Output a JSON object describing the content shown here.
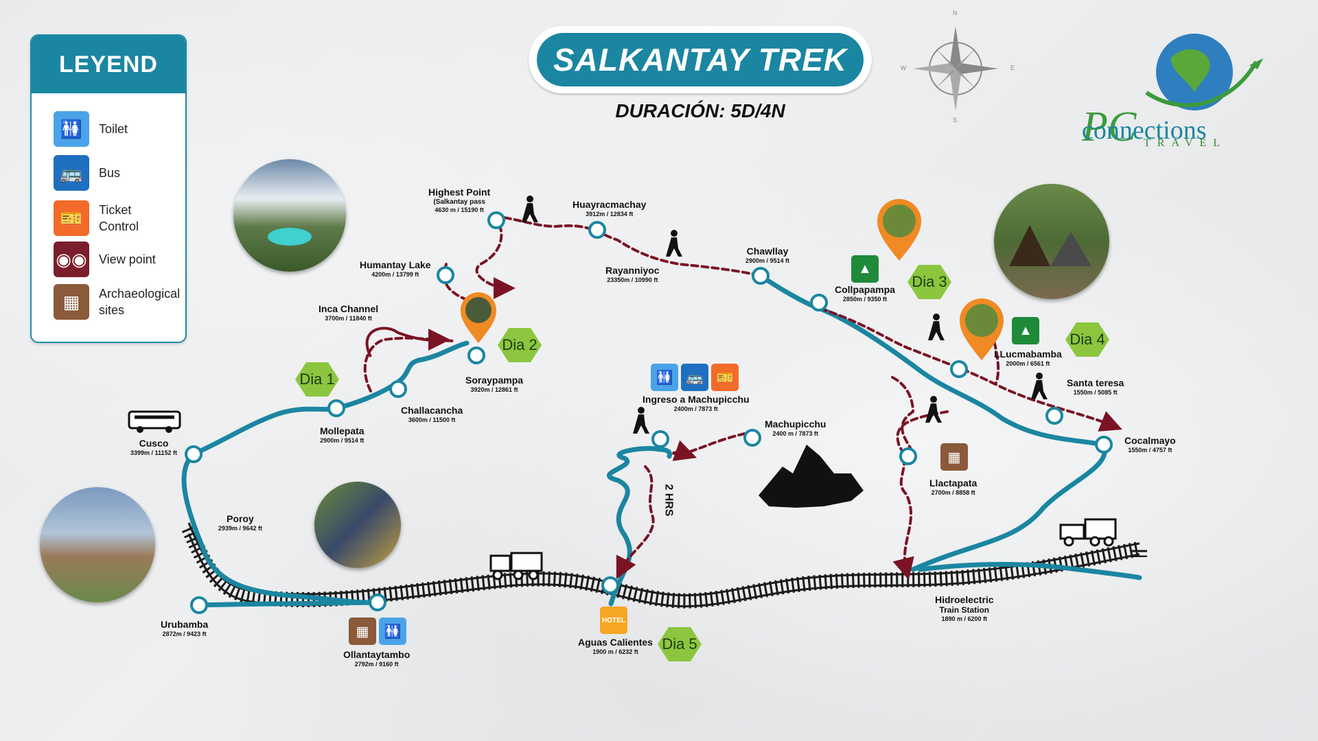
{
  "title": "SALKANTAY TREK",
  "duration": "DURACIÓN: 5D/4N",
  "brand": {
    "initials": "PC",
    "name": "connections",
    "sub": "TRAVEL"
  },
  "compass": {
    "n": "N",
    "e": "E",
    "s": "S",
    "w": "W"
  },
  "legend": {
    "title": "LEYEND",
    "items": [
      {
        "label": "Toilet",
        "icon": "toilet-icon",
        "color": "#4aa3e8"
      },
      {
        "label": "Bus",
        "icon": "bus-icon",
        "color": "#1f6fc0"
      },
      {
        "label": "Ticket Control",
        "icon": "ticket-icon",
        "color": "#f26b2a"
      },
      {
        "label": "View point",
        "icon": "binoculars-icon",
        "color": "#7a1f2b"
      },
      {
        "label": "Archaeological sites",
        "icon": "ruins-icon",
        "color": "#8a5a3a"
      }
    ]
  },
  "places": {
    "cusco": {
      "name": "Cusco",
      "elev": "3399m / 11152 ft"
    },
    "poroy": {
      "name": "Poroy",
      "elev": "2939m / 9642 ft"
    },
    "urubamba": {
      "name": "Urubamba",
      "elev": "2872m / 9423 ft"
    },
    "ollantaytambo": {
      "name": "Ollantaytambo",
      "elev": "2792m / 9160 ft"
    },
    "mollepata": {
      "name": "Mollepata",
      "elev": "2900m / 9514 ft"
    },
    "challacancha": {
      "name": "Challacancha",
      "elev": "3600m / 11500 ft"
    },
    "inca_channel": {
      "name": "Inca Channel",
      "elev": "3700m / 11840 ft"
    },
    "humantay": {
      "name": "Humantay Lake",
      "elev": "4200m / 13799 ft"
    },
    "soraypampa": {
      "name": "Soraypampa",
      "elev": "3920m / 12861 ft"
    },
    "highest": {
      "name": "Highest Point",
      "sub": "(Salkantay pass",
      "elev": "4630 m / 15190 ft"
    },
    "huayracmachay": {
      "name": "Huayracmachay",
      "elev": "3912m / 12834 ft"
    },
    "rayanniyoc": {
      "name": "Rayanniyoc",
      "elev": "23350m / 10990 ft"
    },
    "chawllay": {
      "name": "Chawllay",
      "elev": "2900m / 9514 ft"
    },
    "collpapampa": {
      "name": "Collpapampa",
      "elev": "2850m / 9350 ft"
    },
    "llucmabamba": {
      "name": "LLucmabamba",
      "elev": "2000m / 6561 ft"
    },
    "santa_teresa": {
      "name": "Santa teresa",
      "elev": "1550m / 5085 ft"
    },
    "cocalmayo": {
      "name": "Cocalmayo",
      "elev": "1550m / 4757 ft"
    },
    "llactapata": {
      "name": "Llactapata",
      "elev": "2700m / 8858 ft"
    },
    "hidroelectric": {
      "name": "Hidroelectric",
      "sub": "Train Station",
      "elev": "1890 m / 6200 ft"
    },
    "ingreso": {
      "name": "Ingreso a Machupicchu",
      "elev": "2400m / 7873 ft"
    },
    "machupicchu": {
      "name": "Machupicchu",
      "elev": "2400 m / 7873 ft"
    },
    "aguas": {
      "name": "Aguas Calientes",
      "elev": "1900 m / 6232 ft"
    }
  },
  "days": {
    "d1": "Dia 1",
    "d2": "Dia 2",
    "d3": "Dia 3",
    "d4": "Dia 4",
    "d5": "Dia 5"
  },
  "hike_time": "2 HRS",
  "hotel_label": "HOTEL",
  "colors": {
    "river": "#1b86a1",
    "trail": "#7a1424",
    "day_badge": "#8cc63f",
    "pin": "#f08a24"
  }
}
